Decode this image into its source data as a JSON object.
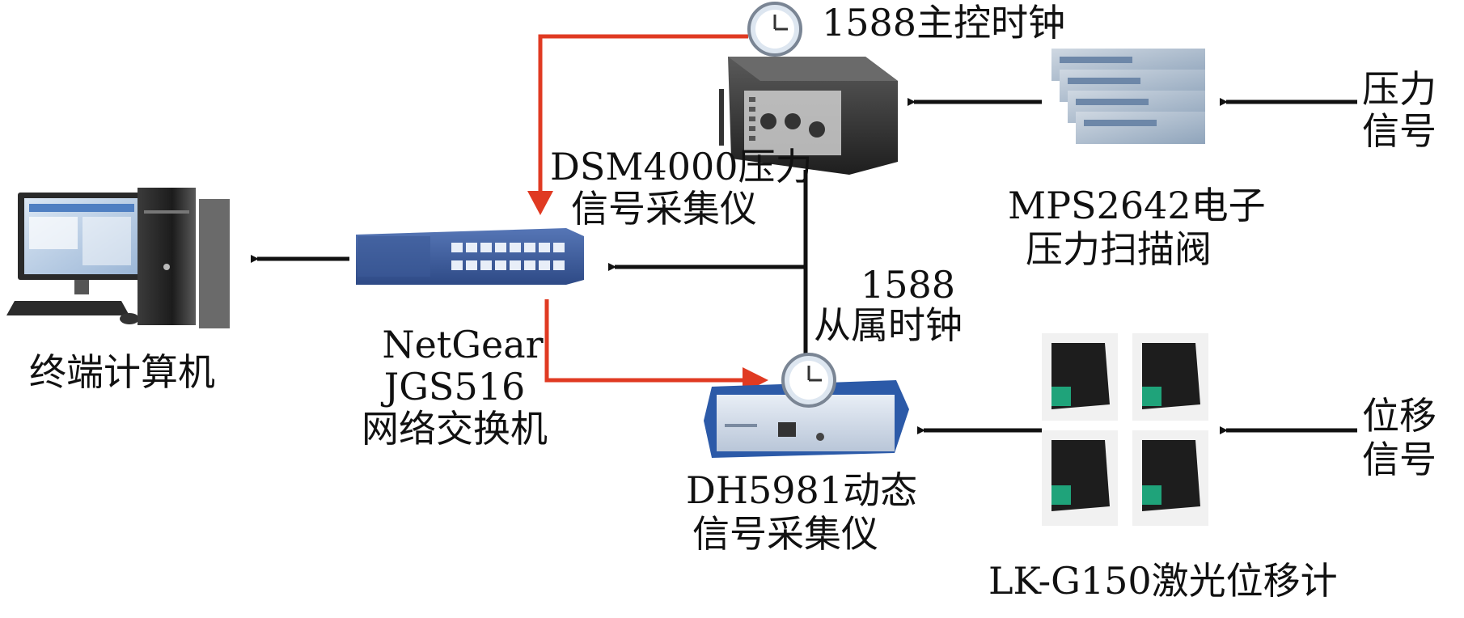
{
  "labels": {
    "master_clock": "1588主控时钟",
    "dsm_line1": "DSM4000压力",
    "dsm_line2": "信号采集仪",
    "mps_line1": "MPS2642电子",
    "mps_line2": "压力扫描阀",
    "pressure_line1": "压力",
    "pressure_line2": "信号",
    "slave_line1": "1588",
    "slave_line2": "从属时钟",
    "netgear_line1": "NetGear",
    "netgear_line2": "JGS516",
    "netgear_line3": "网络交换机",
    "terminal": "终端计算机",
    "dh_line1": "DH5981动态",
    "dh_line2": "信号采集仪",
    "disp_line1": "位移",
    "disp_line2": "信号",
    "laser": "LK-G150激光位移计"
  },
  "colors": {
    "clock_link": "#e03a22",
    "data_link": "#111111",
    "switch_blue": "#3a5fa8",
    "dh_blue": "#2c5aa8",
    "sensor_green": "#1fa37a"
  }
}
